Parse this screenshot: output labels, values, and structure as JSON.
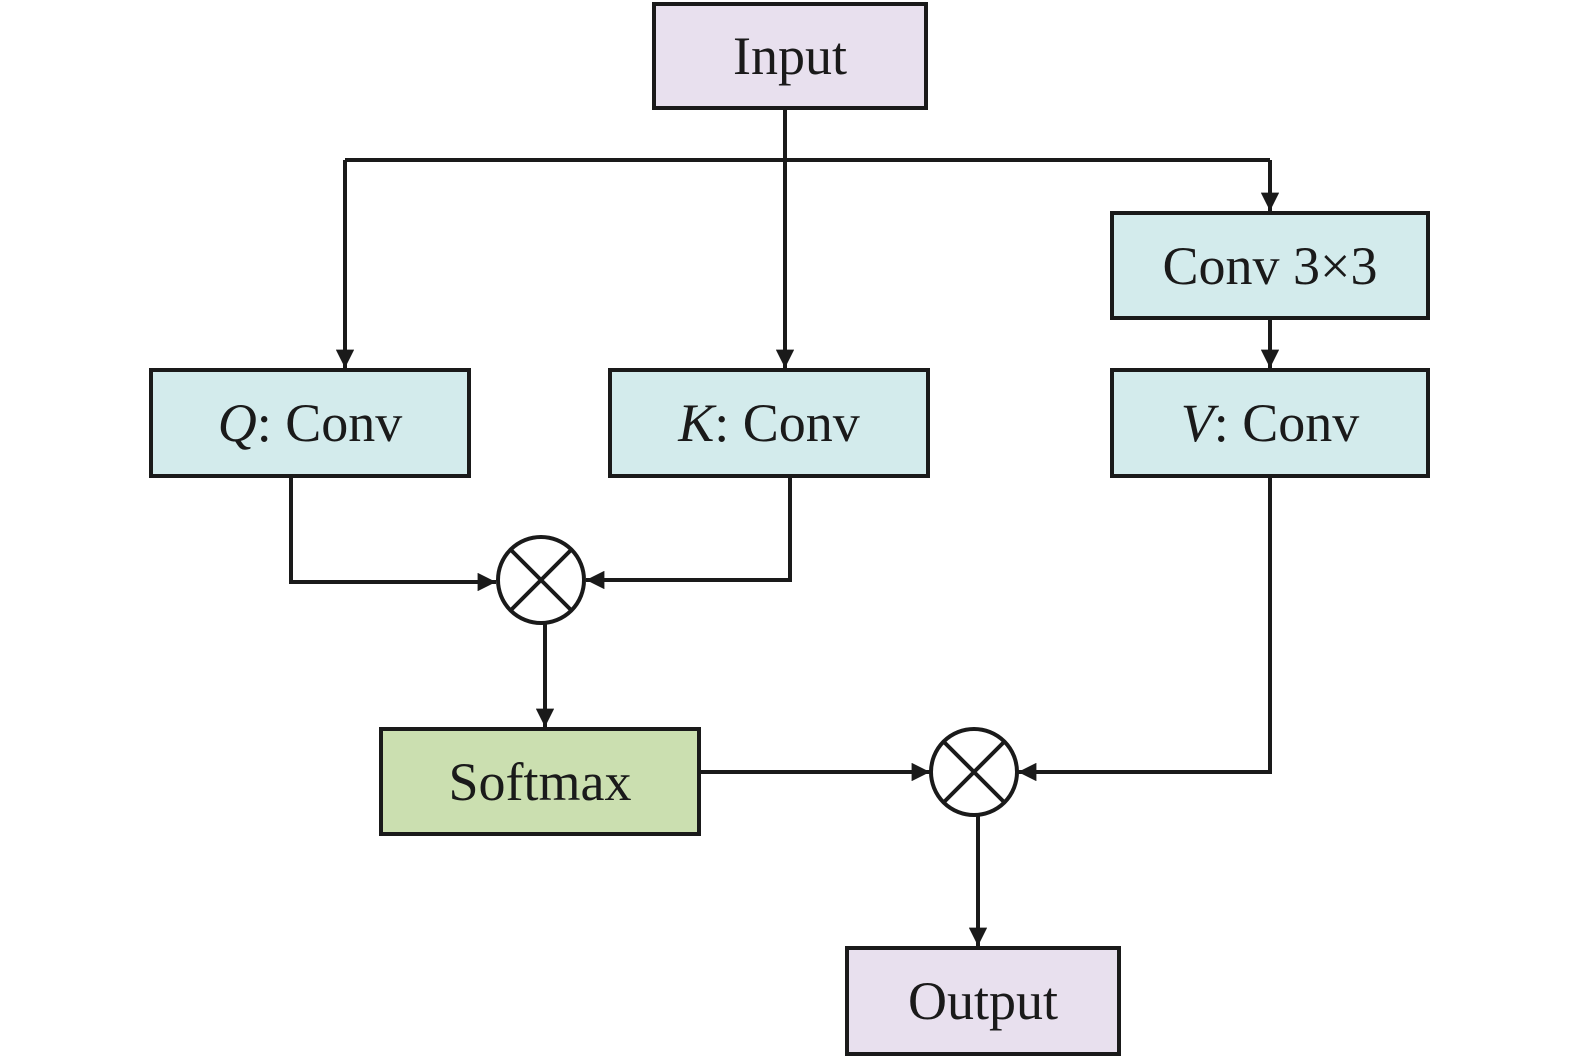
{
  "diagram": {
    "nodes": {
      "input": {
        "label": "Input",
        "fill": "#e8e0ee"
      },
      "conv3": {
        "label": "Conv 3×3",
        "fill": "#d3ebec"
      },
      "q": {
        "var": "Q",
        "label": ": Conv",
        "fill": "#d3ebec"
      },
      "k": {
        "var": "K",
        "label": ": Conv",
        "fill": "#d3ebec"
      },
      "v": {
        "var": "V",
        "label": ": Conv",
        "fill": "#d3ebec"
      },
      "softmax": {
        "label": "Softmax",
        "fill": "#cbdfb0"
      },
      "output": {
        "label": "Output",
        "fill": "#e8e0ee"
      }
    },
    "operators": {
      "mult1": {
        "symbol": "multiply-icon"
      },
      "mult2": {
        "symbol": "multiply-icon"
      }
    },
    "edges": [
      {
        "from": "input",
        "to": "q"
      },
      {
        "from": "input",
        "to": "k"
      },
      {
        "from": "input",
        "to": "conv3"
      },
      {
        "from": "conv3",
        "to": "v"
      },
      {
        "from": "q",
        "to": "mult1"
      },
      {
        "from": "k",
        "to": "mult1"
      },
      {
        "from": "mult1",
        "to": "softmax"
      },
      {
        "from": "softmax",
        "to": "mult2"
      },
      {
        "from": "v",
        "to": "mult2"
      },
      {
        "from": "mult2",
        "to": "output"
      }
    ],
    "colors": {
      "stroke": "#1a1a1a"
    }
  }
}
